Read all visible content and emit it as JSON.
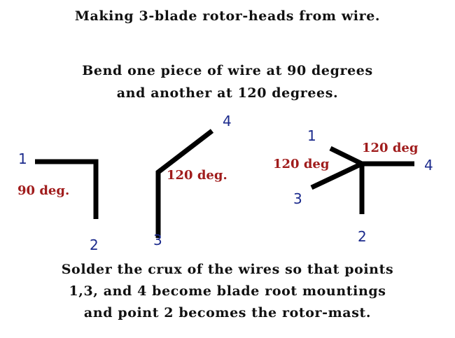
{
  "title": "Making 3-blade rotor-heads from wire.",
  "instructions": [
    "Bend one piece of wire at 90 degrees",
    "and another at 120 degrees."
  ],
  "figures": {
    "bend90": {
      "label": "90 deg.",
      "point_a": "1",
      "point_b": "2"
    },
    "bend120": {
      "label": "120 deg.",
      "point_a": "3",
      "point_b": "4"
    },
    "assembled": {
      "label_left": "120 deg",
      "label_right": "120 deg",
      "point_1": "1",
      "point_2": "2",
      "point_3": "3",
      "point_4": "4"
    }
  },
  "footer": [
    "Solder the crux of the wires so that points",
    "1,3, and 4 become blade root mountings",
    "and point 2 becomes the rotor-mast."
  ],
  "colors": {
    "wire": "#000000",
    "point_label": "#1b2a8c",
    "angle_label": "#a01c1c"
  }
}
